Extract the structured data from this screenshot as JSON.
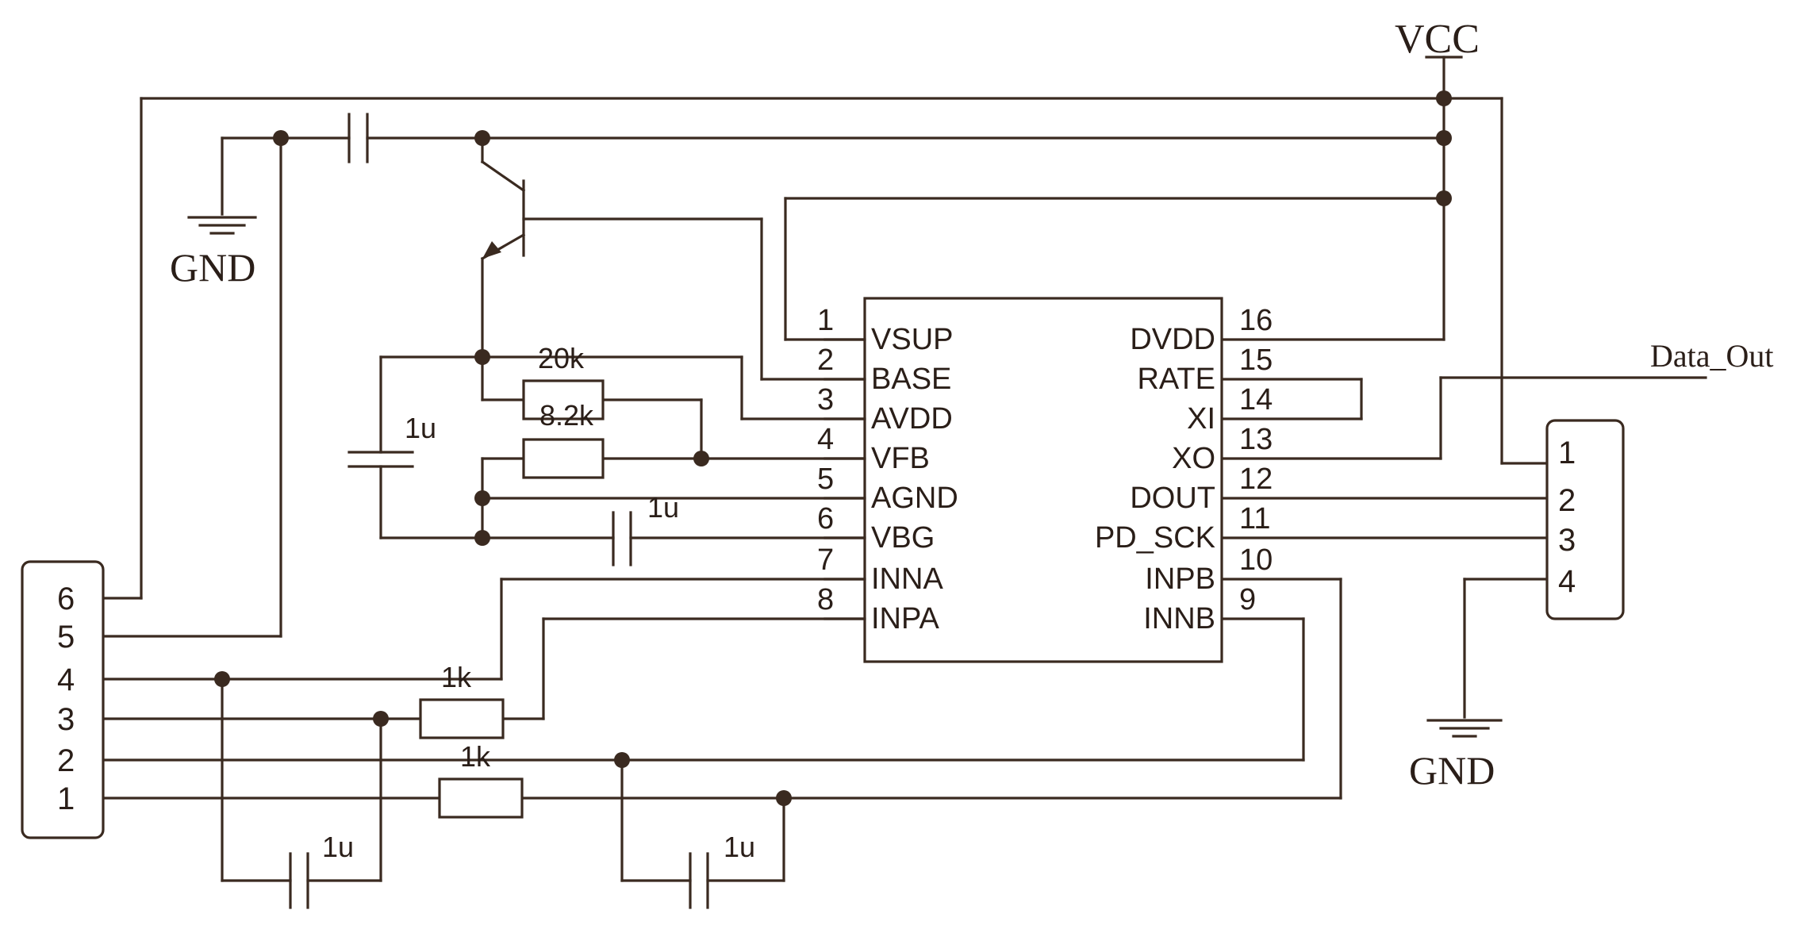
{
  "net_labels": {
    "vcc": "VCC",
    "gnd_left": "GND",
    "gnd_right": "GND",
    "data_out": "Data_Out"
  },
  "chip": {
    "left_pins": [
      {
        "num": "1",
        "name": "VSUP"
      },
      {
        "num": "2",
        "name": "BASE"
      },
      {
        "num": "3",
        "name": "AVDD"
      },
      {
        "num": "4",
        "name": "VFB"
      },
      {
        "num": "5",
        "name": "AGND"
      },
      {
        "num": "6",
        "name": "VBG"
      },
      {
        "num": "7",
        "name": "INNA"
      },
      {
        "num": "8",
        "name": "INPA"
      }
    ],
    "right_pins": [
      {
        "num": "16",
        "name": "DVDD"
      },
      {
        "num": "15",
        "name": "RATE"
      },
      {
        "num": "14",
        "name": "XI"
      },
      {
        "num": "13",
        "name": "XO"
      },
      {
        "num": "12",
        "name": "DOUT"
      },
      {
        "num": "11",
        "name": "PD_SCK"
      },
      {
        "num": "10",
        "name": "INPB"
      },
      {
        "num": "9",
        "name": "INNB"
      }
    ]
  },
  "left_connector": {
    "pins": [
      "6",
      "5",
      "4",
      "3",
      "2",
      "1"
    ]
  },
  "right_connector": {
    "pins": [
      "1",
      "2",
      "3",
      "4"
    ]
  },
  "components": {
    "r_20k": "20k",
    "r_8k2": "8.2k",
    "c_avdd": "1u",
    "c_vbg": "1u",
    "r_inpa": "1k",
    "r_inpb": "1k",
    "c_in_a": "1u",
    "c_in_b": "1u"
  }
}
